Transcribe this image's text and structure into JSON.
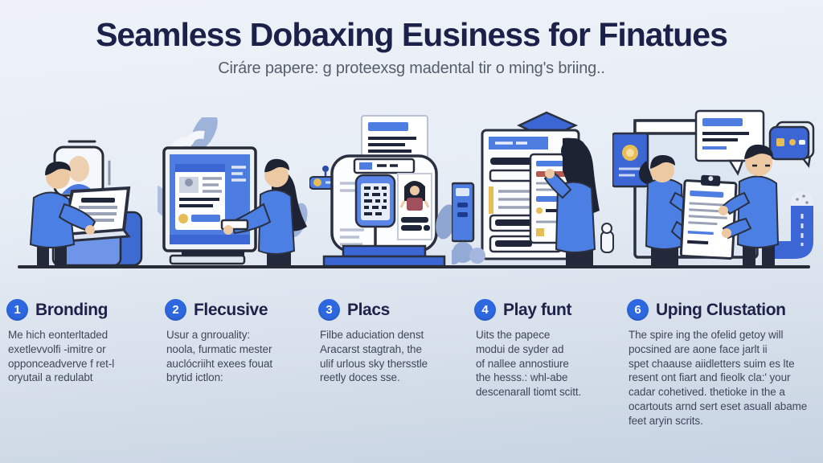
{
  "header": {
    "title": "Seamless Dobaxing Eusiness for Finatues",
    "subtitle": "Ciráre papere: g proteexsg madental tir o ming's briing.."
  },
  "steps": [
    {
      "number": "1",
      "heading": "Bronding",
      "body": "Me hich eonterltaded\nexetlevvolfi -imitre or\nopponceadverve f ret-l\noryutail a redulabt"
    },
    {
      "number": "2",
      "heading": "Flecusive",
      "body": "Usur a gnrouality:\nnoola, furmatic mester\nauclócriiht exees fouat\nbrytid ictlon:"
    },
    {
      "number": "3",
      "heading": "Placs",
      "body": "Filbe aduciation denst\nAracarst stagtrah, the\nulif urlous sky thersstle\nreetly doces sse."
    },
    {
      "number": "4",
      "heading": "Play funt",
      "body": "Uits the papece\nmodui de syder ad\nof nallee annostiure\nthe hesss.: whl-abe\ndescenarall tiomt scitt."
    },
    {
      "number": "6",
      "heading": "Uping Clustation",
      "body": "The spire ing the ofelid getoy will\npocsined are aone face jarlt ii\nspet chaause aiidletters suim es lte\nresent ont fiart and fieolk cla:' your\ncadar cohetived. thetioke in the a\nocartouts arnd sert eset asuall abame\nfeet aryin scrits."
    }
  ],
  "illustrations": [
    "man-at-laptop-with-id-photo-frame",
    "woman-at-desktop-monitor-with-document",
    "document-scanner-kiosk-with-photo-panel",
    "woman-reviewing-document-board",
    "two-people-holding-clipboard-with-chat-bubble"
  ],
  "colors": {
    "background_top": "#eef2f8",
    "background_bottom": "#c7d3e2",
    "title": "#1b2148",
    "subtitle": "#565d6c",
    "accent_blue": "#3b66d4",
    "screen_blue": "#4e7de2",
    "badge_blue": "#2e68e0",
    "outline": "#262b36",
    "yellow": "#e7bd55",
    "skin": "#ecc9a3",
    "leaf": "#9db3da",
    "body_text": "#3e4758"
  }
}
